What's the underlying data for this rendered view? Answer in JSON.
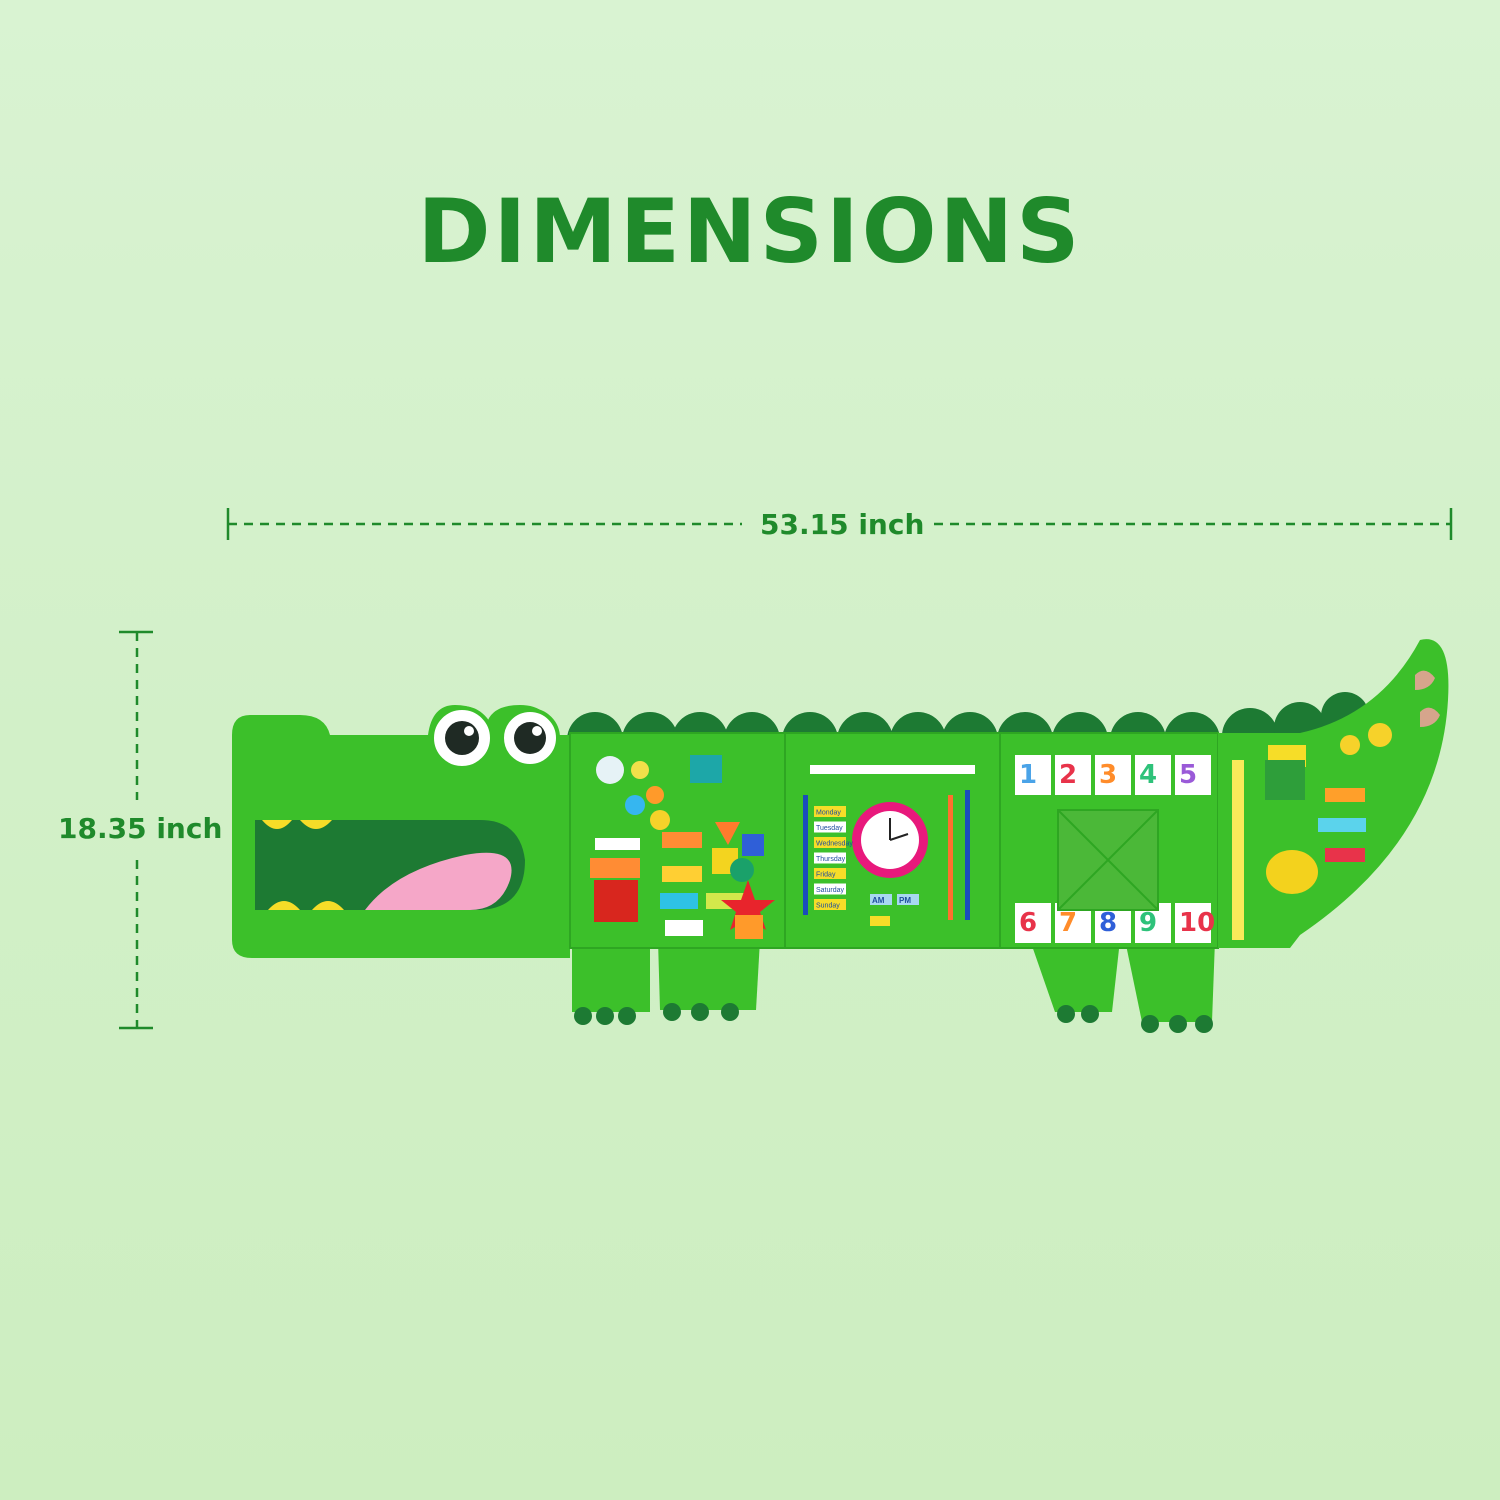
{
  "title": "DIMENSIONS",
  "width_label": "53.15 inch",
  "height_label": "18.35 inch",
  "colors": {
    "accent": "#1f8a2b",
    "body_green": "#3cc02a",
    "dark_green": "#1d7a33",
    "mouth_pink": "#f5a7c8",
    "tooth_yellow": "#f6dd28"
  },
  "board": {
    "days": [
      "Monday",
      "Tuesday",
      "Wednesday",
      "Thursday",
      "Friday",
      "Saturday",
      "Sunday"
    ],
    "am_label": "AM",
    "pm_label": "PM",
    "numbers_top": [
      "1",
      "2",
      "3",
      "4",
      "5"
    ],
    "numbers_bottom": [
      "6",
      "7",
      "8",
      "9",
      "10"
    ]
  }
}
